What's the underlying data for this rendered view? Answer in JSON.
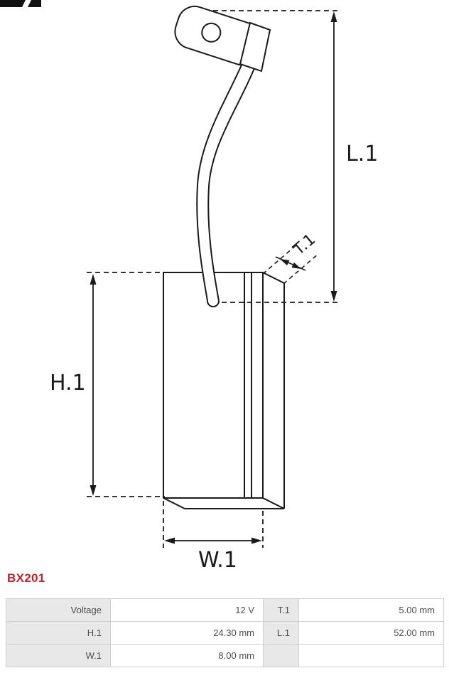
{
  "part": {
    "number": "BX201",
    "accent_color": "#c8202f"
  },
  "drawing": {
    "dim_labels": {
      "l1": "L.1",
      "h1": "H.1",
      "w1": "W.1",
      "t1": "T.1"
    }
  },
  "spec_table": {
    "rows": [
      {
        "cells": [
          {
            "label": "Voltage",
            "value": "12 V"
          },
          {
            "label": "T.1",
            "value": "5.00 mm"
          }
        ]
      },
      {
        "cells": [
          {
            "label": "H.1",
            "value": "24.30 mm"
          },
          {
            "label": "L.1",
            "value": "52.00 mm"
          }
        ]
      },
      {
        "cells": [
          {
            "label": "W.1",
            "value": "8.00 mm"
          },
          {
            "label": "",
            "value": ""
          }
        ]
      }
    ]
  }
}
